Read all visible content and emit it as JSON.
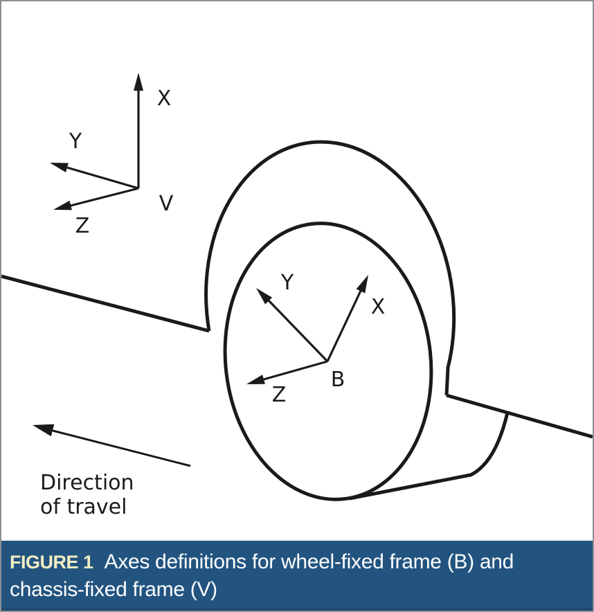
{
  "caption": {
    "label": "FIGURE 1",
    "line1": "Axes definitions for wheel-fixed frame (B) and",
    "line2": "chassis-fixed frame (V)",
    "bar_color": "#235480",
    "label_color": "#f2eec3",
    "text_color": "#ffffff"
  },
  "diagram": {
    "line_color": "#1a1a1a",
    "background": "#ffffff",
    "vehicle_frame": {
      "origin_label": "V",
      "x_label": "X",
      "y_label": "Y",
      "z_label": "Z"
    },
    "wheel_frame": {
      "origin_label": "B",
      "x_label": "X",
      "y_label": "Y",
      "z_label": "Z"
    },
    "direction_of_travel": {
      "line1": "Direction",
      "line2": "of travel"
    }
  }
}
